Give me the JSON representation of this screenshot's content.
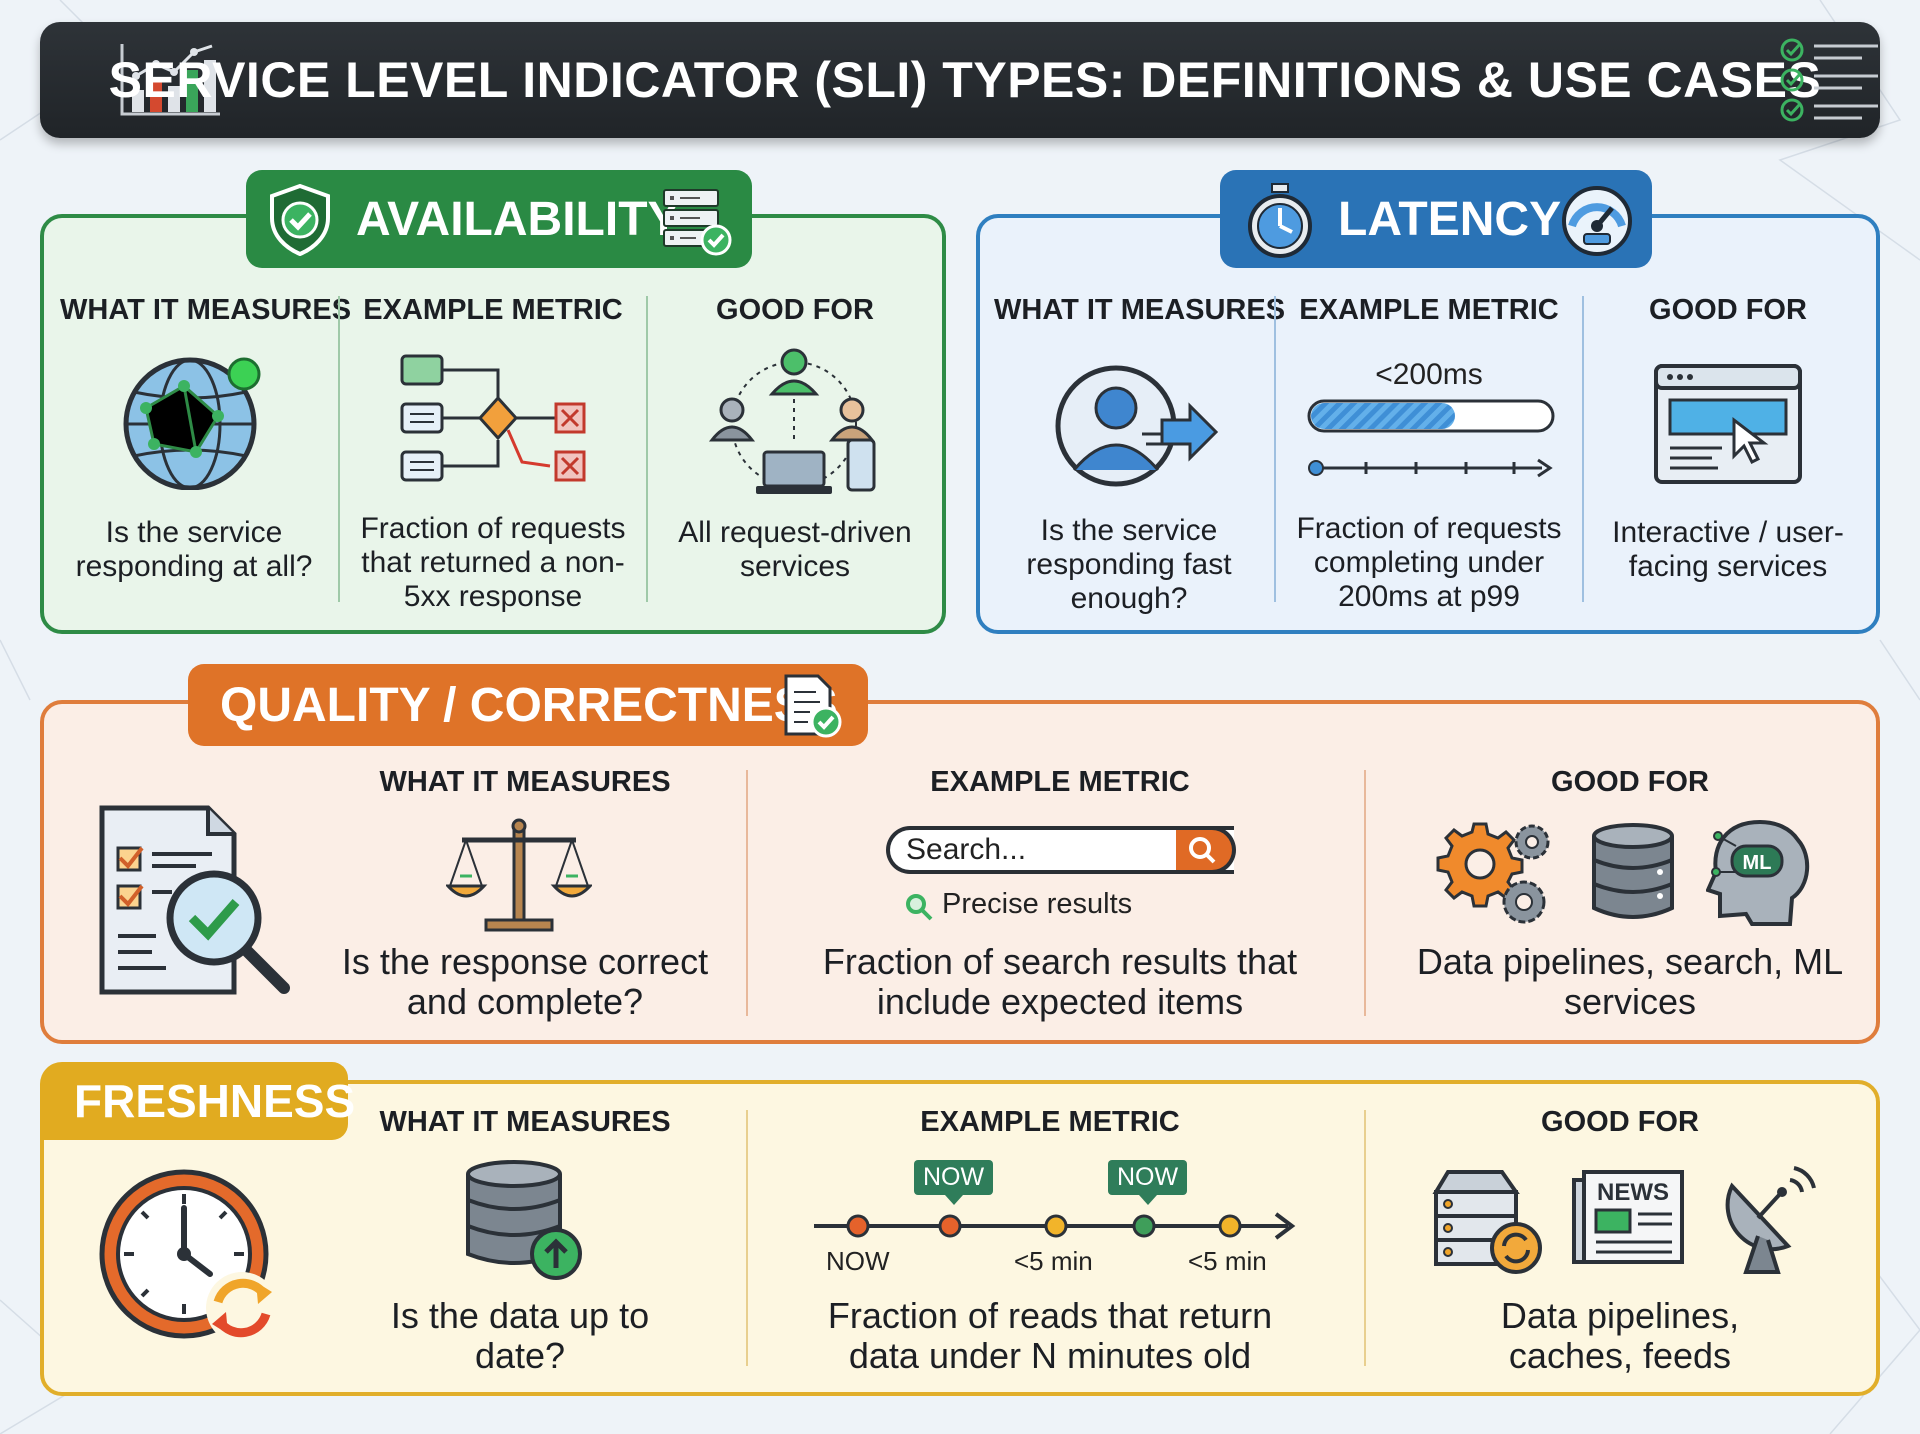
{
  "header": {
    "title": "SERVICE LEVEL INDICATOR (SLI) TYPES: DEFINITIONS & USE CASES"
  },
  "colors": {
    "availability": "#2a8a44",
    "latency": "#2a73b6",
    "quality": "#df7328",
    "freshness": "#e1ab20",
    "header": "#25292e"
  },
  "sections": {
    "availability": {
      "title": "AVAILABILITY",
      "what_header": "WHAT IT MEASURES",
      "what_text": "Is the service responding at all?",
      "metric_header": "EXAMPLE METRIC",
      "metric_text": "Fraction of requests that returned a non-5xx response",
      "good_header": "GOOD FOR",
      "good_text": "All request-driven services",
      "icons": [
        "shield-check-icon",
        "server-check-icon",
        "globe-network-icon",
        "flow-diagram-icon",
        "users-devices-icon"
      ]
    },
    "latency": {
      "title": "LATENCY",
      "what_header": "WHAT IT MEASURES",
      "what_text": "Is the service responding fast enough?",
      "metric_header": "EXAMPLE METRIC",
      "metric_label": "<200ms",
      "metric_progress": 0.6,
      "metric_text": "Fraction of requests completing under 200ms at p99",
      "good_header": "GOOD FOR",
      "good_text": "Interactive / user-facing services",
      "icons": [
        "stopwatch-icon",
        "speedometer-icon",
        "user-speed-icon",
        "timeline-icon",
        "browser-window-icon"
      ]
    },
    "quality": {
      "title": "QUALITY / CORRECTNESS",
      "what_header": "WHAT IT MEASURES",
      "what_text": "Is the response correct and complete?",
      "metric_header": "EXAMPLE METRIC",
      "search_placeholder": "Search...",
      "search_note": "Precise results",
      "metric_text": "Fraction of search results that include expected items",
      "good_header": "GOOD FOR",
      "good_text": "Data pipelines, search, ML services",
      "ml_label": "ML",
      "icons": [
        "document-check-icon",
        "checklist-magnifier-icon",
        "balance-scale-icon",
        "search-icon",
        "gears-icon",
        "database-icon",
        "ml-head-icon"
      ]
    },
    "freshness": {
      "title": "FRESHNESS",
      "what_header": "WHAT IT MEASURES",
      "what_text": "Is the data up to date?",
      "metric_header": "EXAMPLE METRIC",
      "timeline_tags": [
        "NOW",
        "NOW"
      ],
      "timeline_labels": [
        "NOW",
        "<5 min",
        "<5 min"
      ],
      "metric_text": "Fraction of reads that return data under N minutes old",
      "good_header": "GOOD FOR",
      "good_text": "Data pipelines, caches, feeds",
      "news_label": "NEWS",
      "icons": [
        "clock-refresh-icon",
        "database-upload-icon",
        "server-sync-icon",
        "newspaper-icon",
        "satellite-dish-icon"
      ]
    }
  }
}
